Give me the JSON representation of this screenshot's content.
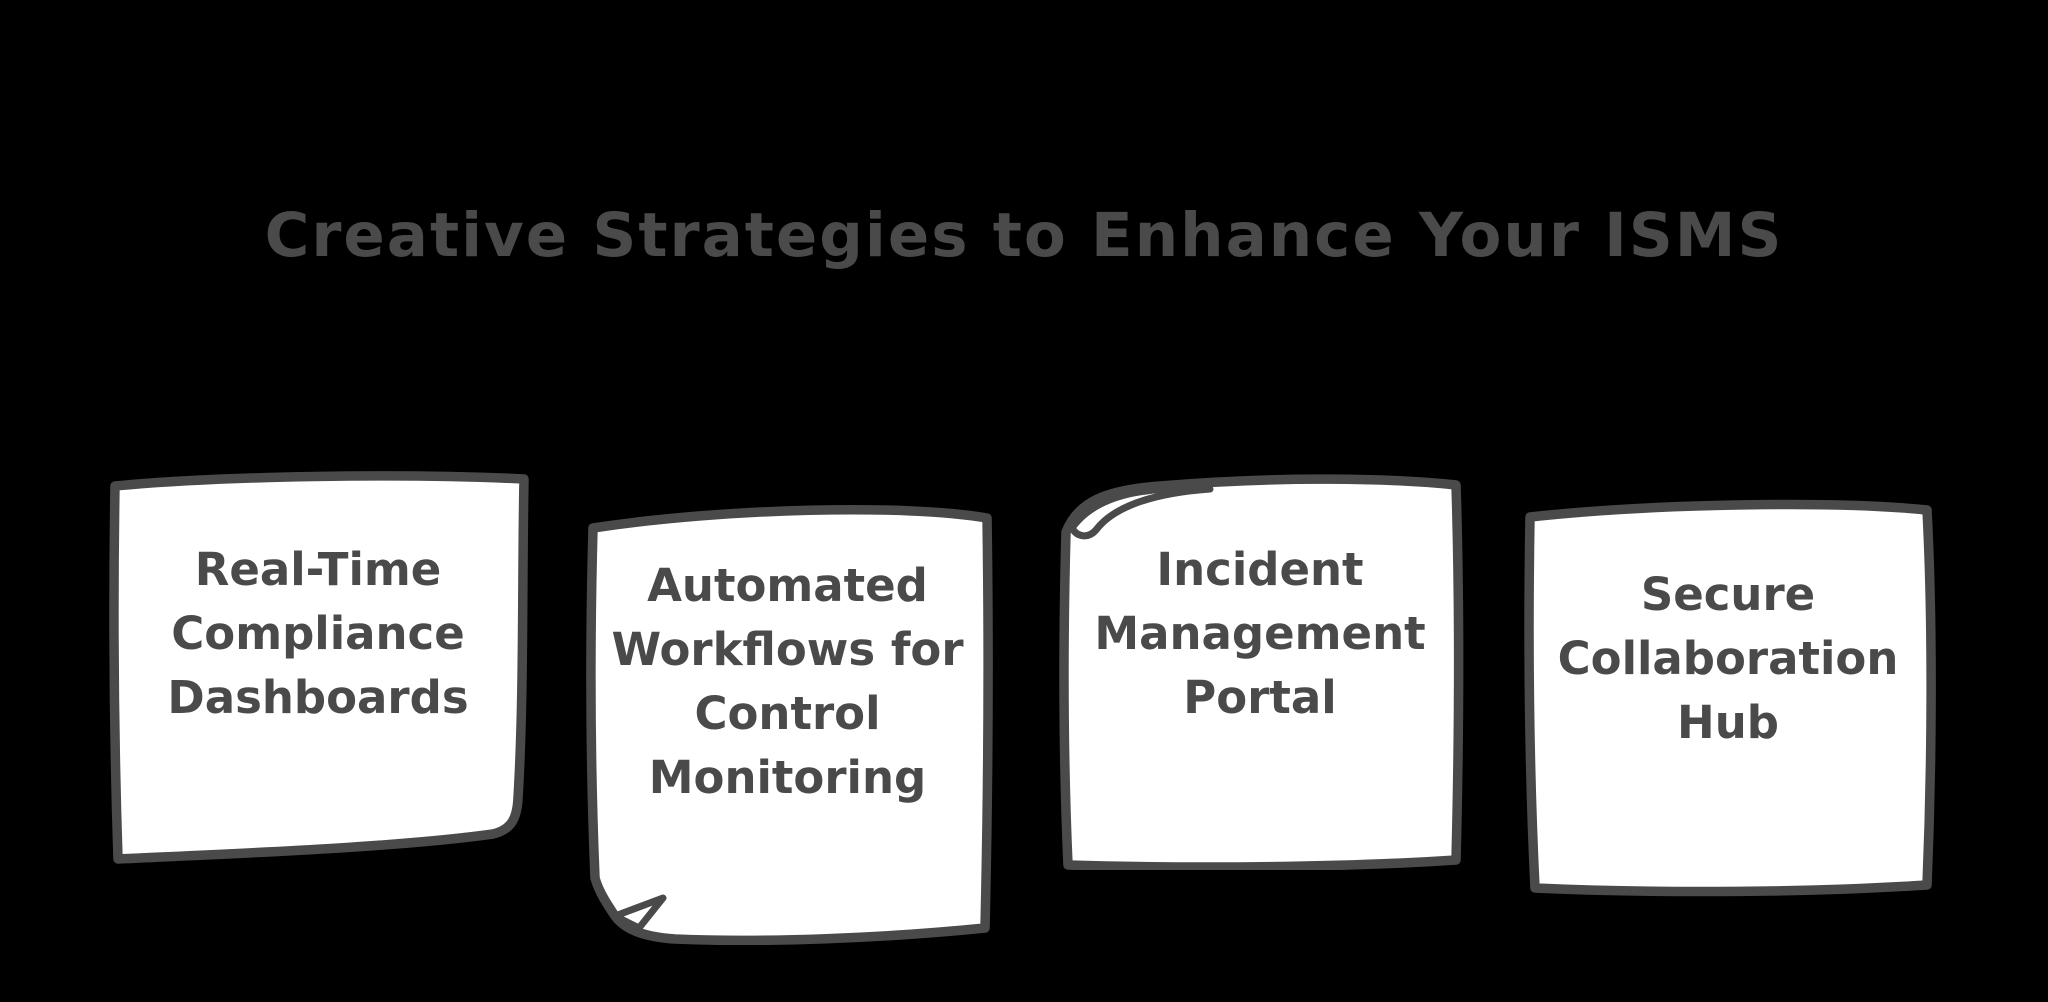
{
  "title": {
    "text": "Creative Strategies to Enhance Your ISMS"
  },
  "colors": {
    "background": "#000000",
    "ink": "#4a4a4a",
    "note_fill": "#ffffff"
  },
  "notes": [
    {
      "label": "Real-Time Compliance Dashboards",
      "lines": [
        "Real-Time",
        "Compliance",
        "Dashboards"
      ]
    },
    {
      "label": "Automated Workflows for Control Monitoring",
      "lines": [
        "Automated",
        "Workflows for",
        "Control",
        "Monitoring"
      ]
    },
    {
      "label": "Incident Management Portal",
      "lines": [
        "Incident",
        "Management",
        "Portal"
      ]
    },
    {
      "label": "Secure Collaboration Hub",
      "lines": [
        "Secure",
        "Collaboration",
        "Hub"
      ]
    }
  ]
}
